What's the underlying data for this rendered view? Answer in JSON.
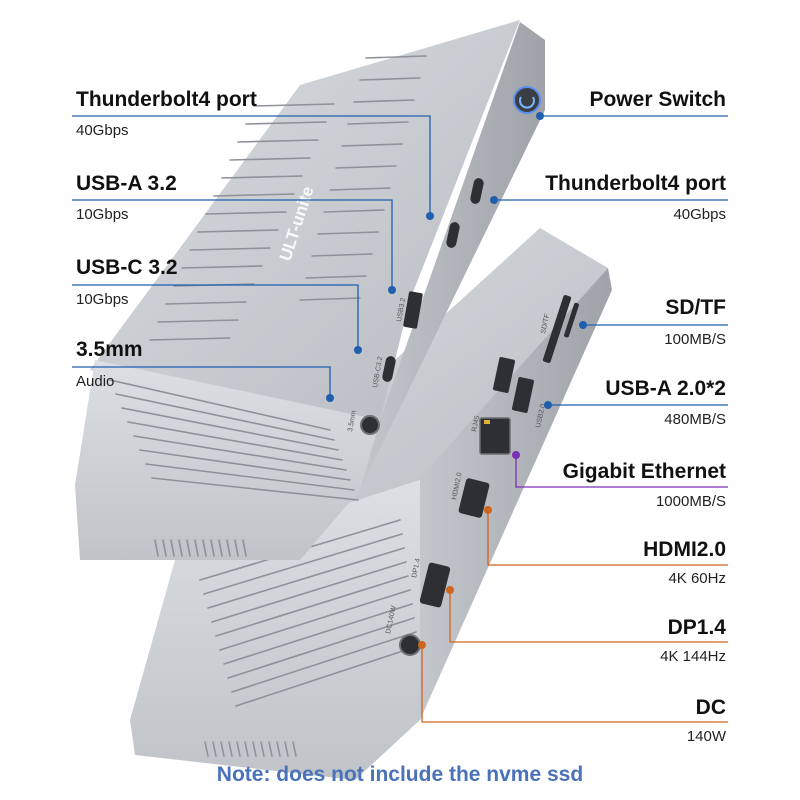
{
  "callouts": {
    "left": [
      {
        "title": "Thunderbolt4 port",
        "spec": "40Gbps"
      },
      {
        "title": "USB-A 3.2",
        "spec": "10Gbps"
      },
      {
        "title": "USB-C 3.2",
        "spec": "10Gbps"
      },
      {
        "title": "3.5mm",
        "spec": "Audio"
      }
    ],
    "right": [
      {
        "title": "Power Switch",
        "spec": ""
      },
      {
        "title": "Thunderbolt4 port",
        "spec": "40Gbps"
      },
      {
        "title": "SD/TF",
        "spec": "100MB/S"
      },
      {
        "title": "USB-A 2.0*2",
        "spec": "480MB/S"
      },
      {
        "title": "Gigabit Ethernet",
        "spec": "1000MB/S"
      },
      {
        "title": "HDMI2.0",
        "spec": "4K 60Hz"
      },
      {
        "title": "DP1.4",
        "spec": "4K 144Hz"
      },
      {
        "title": "DC",
        "spec": "140W"
      }
    ]
  },
  "device": {
    "brand": "ULT-unite",
    "port_labels": {
      "usb_a": "USB3.2",
      "usb_c": "USB-C3.2",
      "audio": "3.5mm",
      "sd": "SD/TF",
      "usb2": "USB2.0",
      "rj45": "RJ45",
      "hdmi": "HDMI2.0",
      "dp": "DP1.4",
      "dc": "DC140W"
    }
  },
  "note": "Note: does not include the nvme ssd",
  "colors": {
    "line_blue": "#1f5fae",
    "line_purple": "#7b2fb8",
    "line_orange": "#d0651f",
    "note": "#4a72b8",
    "body": "#c9ccd1"
  }
}
